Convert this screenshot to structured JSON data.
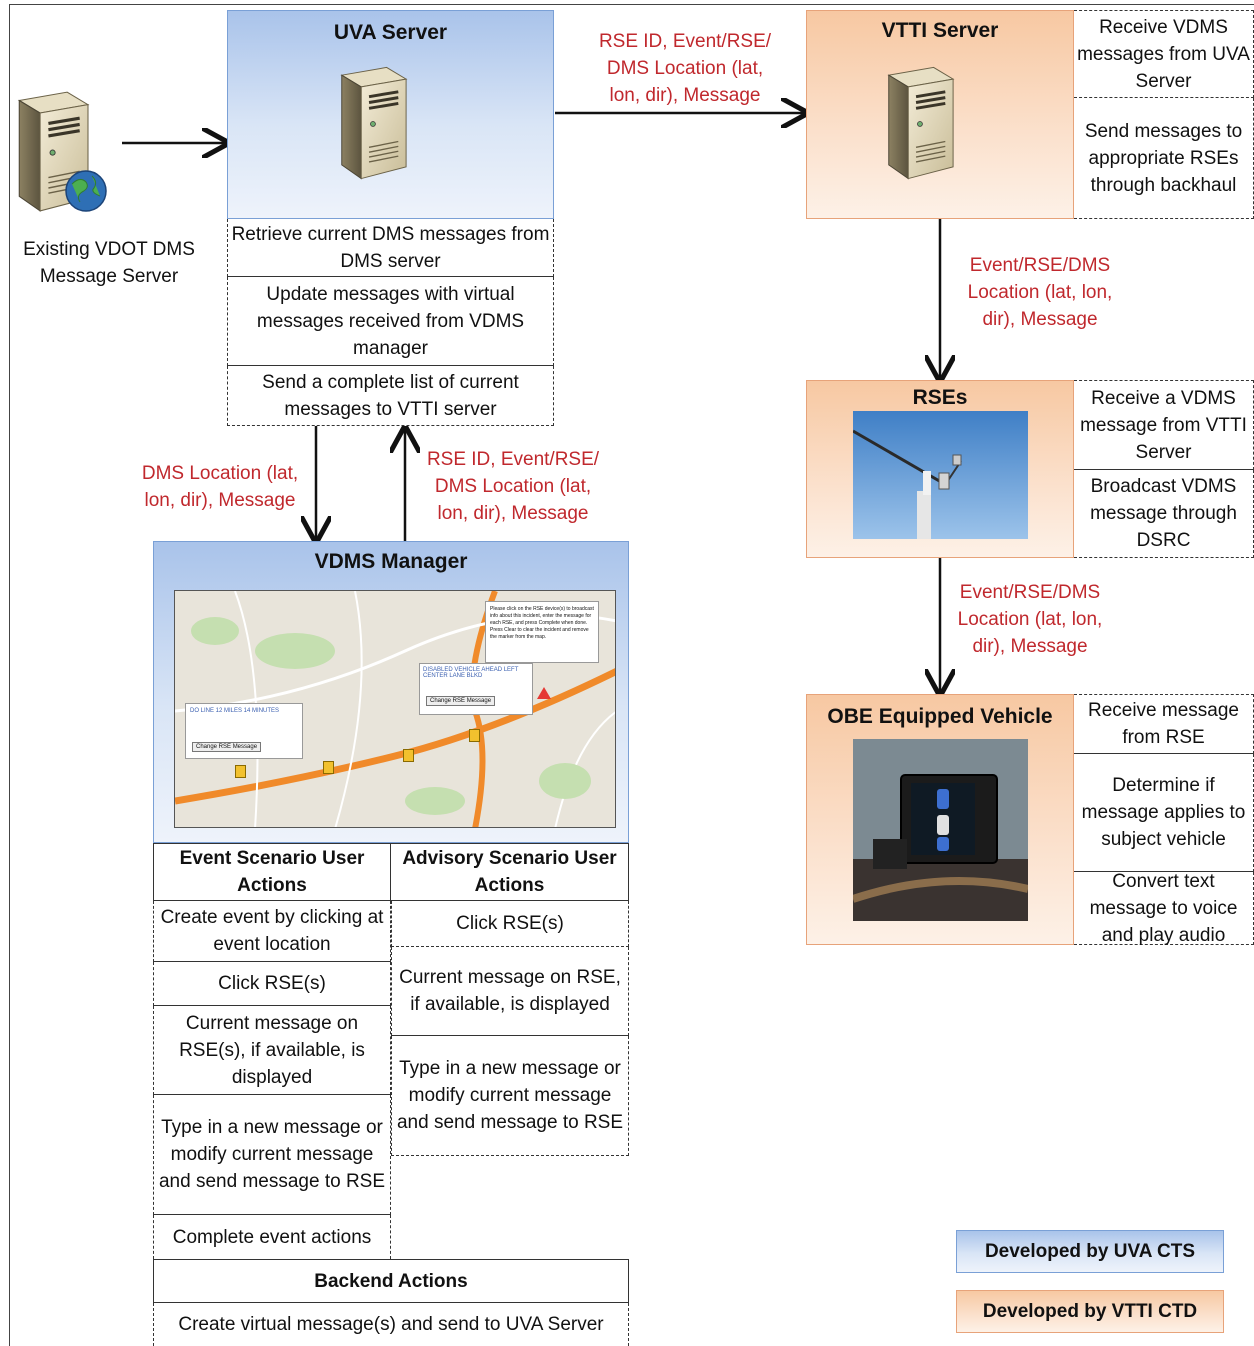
{
  "servers": {
    "vdot": {
      "label": "Existing VDOT DMS Message Server"
    },
    "uva": {
      "title": "UVA Server",
      "tasks": [
        "Retrieve current DMS messages from DMS server",
        "Update messages with virtual messages received from VDMS manager",
        "Send a complete list of current messages to VTTI server"
      ]
    },
    "vtti": {
      "title": "VTTI Server",
      "tasks": [
        "Receive VDMS messages from UVA Server",
        "Send messages to appropriate RSEs through backhaul"
      ]
    },
    "rses": {
      "title": "RSEs",
      "tasks": [
        "Receive a VDMS message from VTTI Server",
        "Broadcast VDMS message through DSRC"
      ]
    },
    "obe": {
      "title": "OBE Equipped Vehicle",
      "tasks": [
        "Receive message from RSE",
        "Determine if message applies to subject vehicle",
        "Convert text message to voice and play audio"
      ]
    }
  },
  "arrows": {
    "uva_to_vtti": "RSE ID, Event/RSE/ DMS Location (lat, lon, dir), Message",
    "vtti_to_rses": "Event/RSE/DMS Location (lat, lon, dir), Message",
    "rses_to_obe": "Event/RSE/DMS Location (lat, lon, dir), Message",
    "uva_to_vdms": "DMS Location (lat, lon, dir), Message",
    "vdms_to_uva": "RSE ID, Event/RSE/ DMS Location (lat, lon, dir), Message"
  },
  "vdms": {
    "title": "VDMS Manager",
    "map_texts": {
      "popup1_text": "DO LINE 12 MILES 14 MINUTES",
      "popup1_button": "Change RSE Message",
      "popup2_text": "DISABLED VEHICLE AHEAD LEFT CENTER LANE BLKD",
      "popup2_button": "Change RSE Message",
      "popup3_text": "Please click on the RSE device(s) to broadcast info about this incident, enter the message for each RSE, and press Complete when done. Press Clear to clear the incident and remove the marker from the map."
    },
    "event_header": "Event Scenario User Actions",
    "event_actions": [
      "Create event by clicking at event location",
      "Click RSE(s)",
      "Current message on RSE(s), if available, is displayed",
      "Type in a new message or modify current message and send message to RSE",
      "Complete event actions"
    ],
    "advisory_header": "Advisory Scenario User Actions",
    "advisory_actions": [
      "Click RSE(s)",
      "Current message on RSE, if available, is displayed",
      "Type in a new message or modify current message and send message to RSE"
    ],
    "backend_header": "Backend Actions",
    "backend_actions": [
      "Create virtual message(s) and send to UVA Server"
    ]
  },
  "legend": {
    "uva": "Developed by UVA CTS",
    "vtti": "Developed by VTTI CTD"
  },
  "colors": {
    "uva_blue": "#a9c3ea",
    "vtti_orange": "#f7c8a2",
    "arrow_label_red": "#c0282d"
  }
}
